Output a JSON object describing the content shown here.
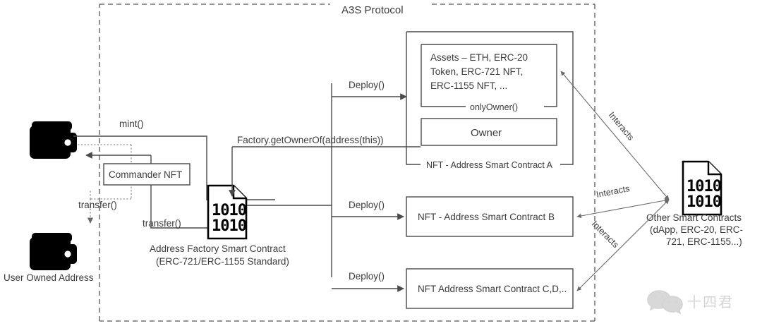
{
  "diagram": {
    "region_title": "A3S Protocol",
    "left": {
      "wallet_top_name": "wallet-icon",
      "wallet_bottom_name": "wallet-icon",
      "user_owned_address_caption": "User Owned Address",
      "commander_nft_box": "Commander NFT",
      "mint_label": "mint()",
      "transfer_label_dotted": "transfer()",
      "transfer_label_solid": "transfer()"
    },
    "factory": {
      "icon_name": "smart-contract-document-icon",
      "binary_line1": "1010",
      "binary_line2": "1010",
      "caption_line1": "Address Factory Smart Contract",
      "caption_line2": "(ERC-721/ERC-1155 Standard)",
      "get_owner_label": "Factory.getOwnerOf(address(this))"
    },
    "deploy_labels": {
      "top": "Deploy()",
      "middle": "Deploy()",
      "bottom": "Deploy()"
    },
    "contract_a": {
      "border_label": "NFT - Address Smart Contract A",
      "assets_lines": [
        "Assets – ETH, ERC-20",
        "Token, ERC-721 NFT,",
        "ERC-1155 NFT, ..."
      ],
      "only_owner_label": "onlyOwner()",
      "owner_box": "Owner"
    },
    "contract_b": {
      "label": "NFT - Address Smart Contract B"
    },
    "contract_cd": {
      "label": "NFT Address Smart Contract C,D,.."
    },
    "other_contracts": {
      "icon_name": "smart-contract-document-icon",
      "binary_line1": "1010",
      "binary_line2": "1010",
      "caption_line1": "Other Smart Contracts",
      "caption_line2": "(dApp, ERC-20, ERC-",
      "caption_line3": "721, ERC-1155...)"
    },
    "interacts_labels": {
      "top": "Interacts",
      "middle": "Interacts",
      "bottom": "Interacts"
    },
    "watermark": {
      "icon_name": "wechat-icon",
      "text": "十四君"
    },
    "colors": {
      "stroke": "#4a4a4a",
      "text": "#3b3b3b",
      "icon_fill": "#000000",
      "watermark": "#d4d4d4"
    }
  }
}
